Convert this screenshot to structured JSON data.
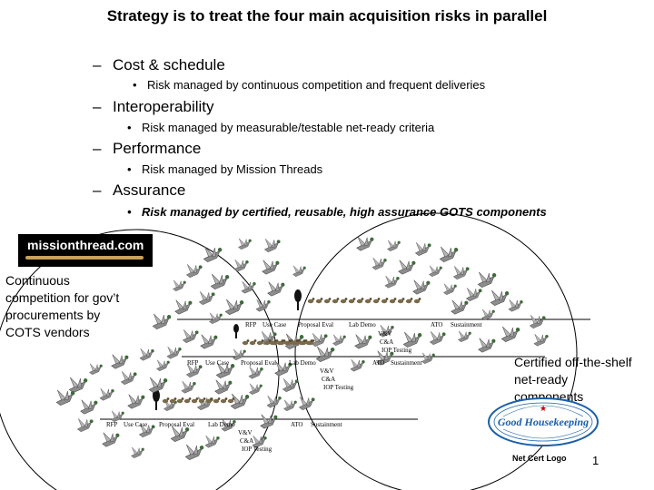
{
  "slide": {
    "title": "Strategy is to treat the four main acquisition risks in parallel",
    "bullets": [
      {
        "label": "Cost & schedule",
        "sub": "Risk managed by continuous competition and frequent deliveries"
      },
      {
        "label": "Interoperability",
        "sub": "Risk managed by measurable/testable net-ready criteria"
      },
      {
        "label": "Performance",
        "sub": "Risk managed by Mission Threads"
      },
      {
        "label": "Assurance",
        "sub": "Risk managed by certified, reusable, high assurance GOTS components"
      }
    ],
    "bullet_dash": "–",
    "sub_dot": "•",
    "logo_text": "missionthread.com",
    "left_caption_lines": [
      "Continuous",
      "competition for gov’t",
      "procurements by",
      "COTS vendors"
    ],
    "right_caption_lines": [
      "Certified off-the-shelf",
      "net-ready",
      "components"
    ],
    "seal_text": "Good Housekeeping",
    "seal_caption": "Net Cert Logo",
    "page_number": "1"
  },
  "timelines": [
    {
      "rfp": "RFP",
      "use_case": "Use Case",
      "proposal": "Proposal Eval",
      "lab": "Lab Demo",
      "vv": "V&V",
      "ca": "C&A",
      "iop": "IOP Testing",
      "ato": "ATO",
      "sustain": "Sustainment"
    },
    {
      "rfp": "RFP",
      "use_case": "Use Case",
      "proposal": "Proposal Eval",
      "lab": "Lab Demo",
      "vv": "V&V",
      "ca": "C&A",
      "iop": "IOP Testing",
      "ato": "ATO",
      "sustain": "Sustainment"
    },
    {
      "rfp": "RFP",
      "use_case": "Use Case",
      "proposal": "Proposal Eval",
      "lab": "Lab Demo",
      "vv": "V&V",
      "ca": "C&A",
      "iop": "IOP Testing",
      "ato": "ATO",
      "sustain": "Sustainment"
    }
  ],
  "colors": {
    "duck_body": "#8d8d8d",
    "duck_head": "#3f6b3a",
    "logo_swoosh": "#c9a25a",
    "seal_blue": "#1b5fa8"
  },
  "icons": [
    "flying-duck-icon",
    "duckling-icon",
    "mother-duck-icon"
  ]
}
